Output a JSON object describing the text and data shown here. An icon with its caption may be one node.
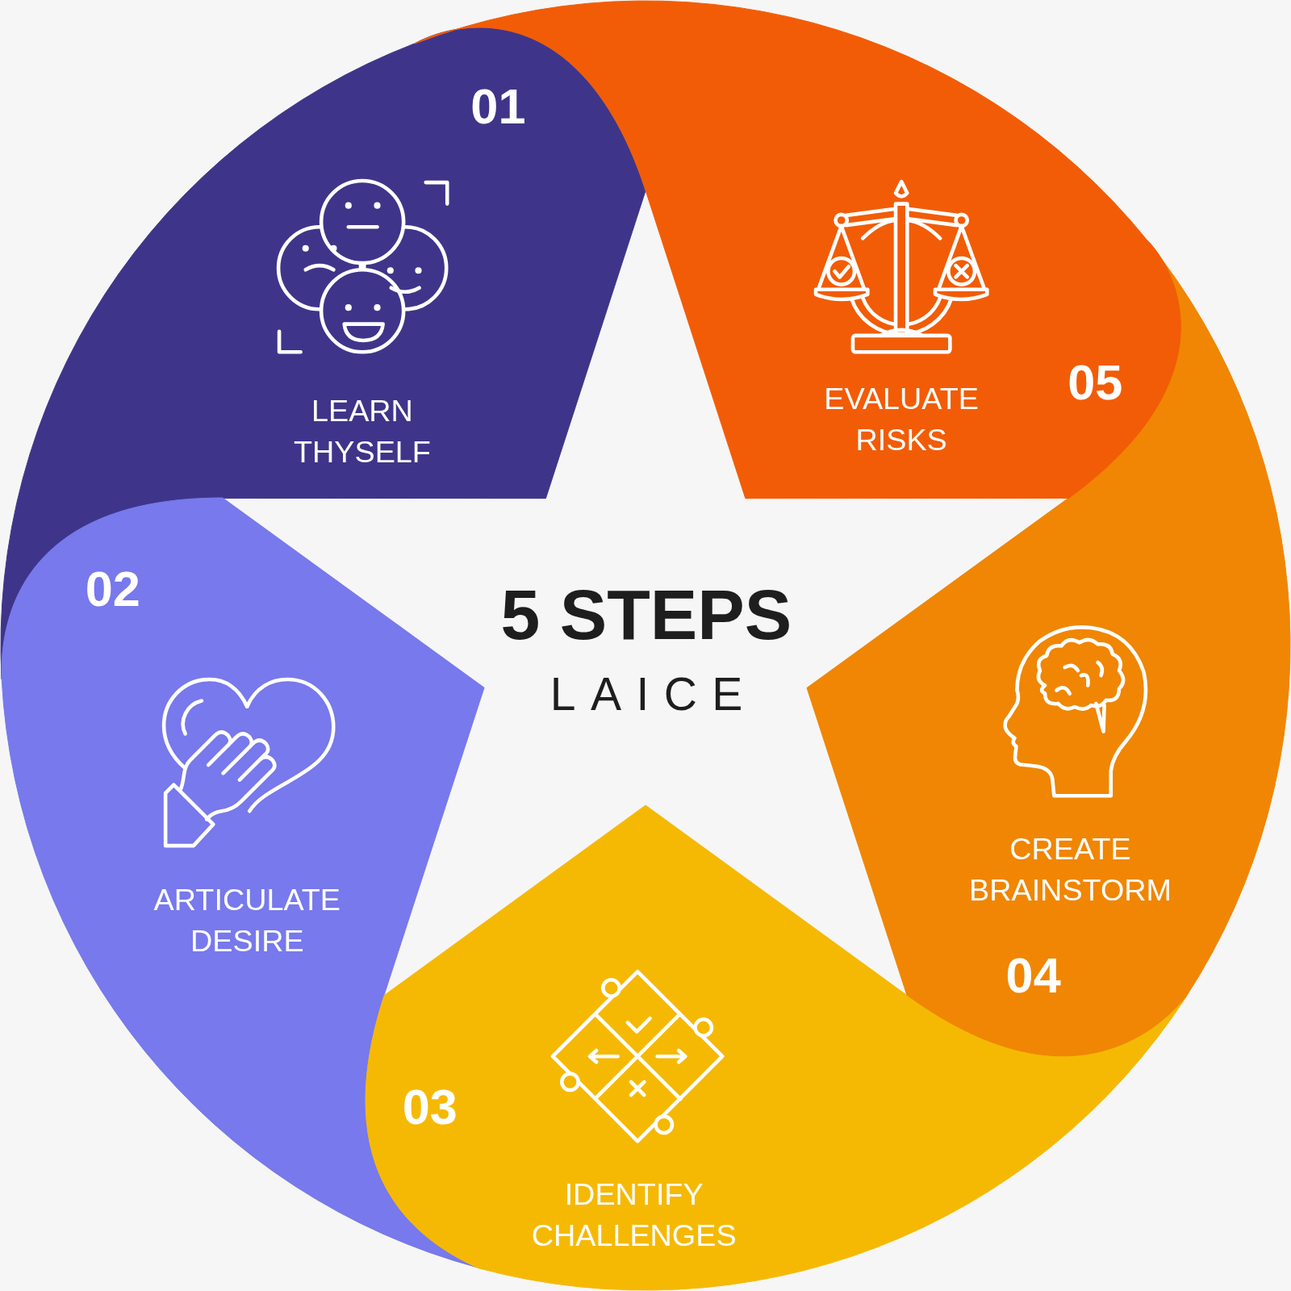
{
  "diagram": {
    "nodes": [
      {
        "text": [
          "5 STEPS",
          "LAICE"
        ]
      },
      {
        "text": [
          "01",
          "LEARN THYSELF"
        ]
      },
      {
        "text": [
          "02",
          "ARTICULATE DESIRE"
        ]
      },
      {
        "text": [
          "03",
          "IDENTIFY CHALLENGES"
        ]
      },
      {
        "text": [
          "CREATE BRAINSTORM",
          "04"
        ]
      },
      {
        "text": [
          "05",
          "EVALUATE RISKS"
        ]
      }
    ]
  }
}
